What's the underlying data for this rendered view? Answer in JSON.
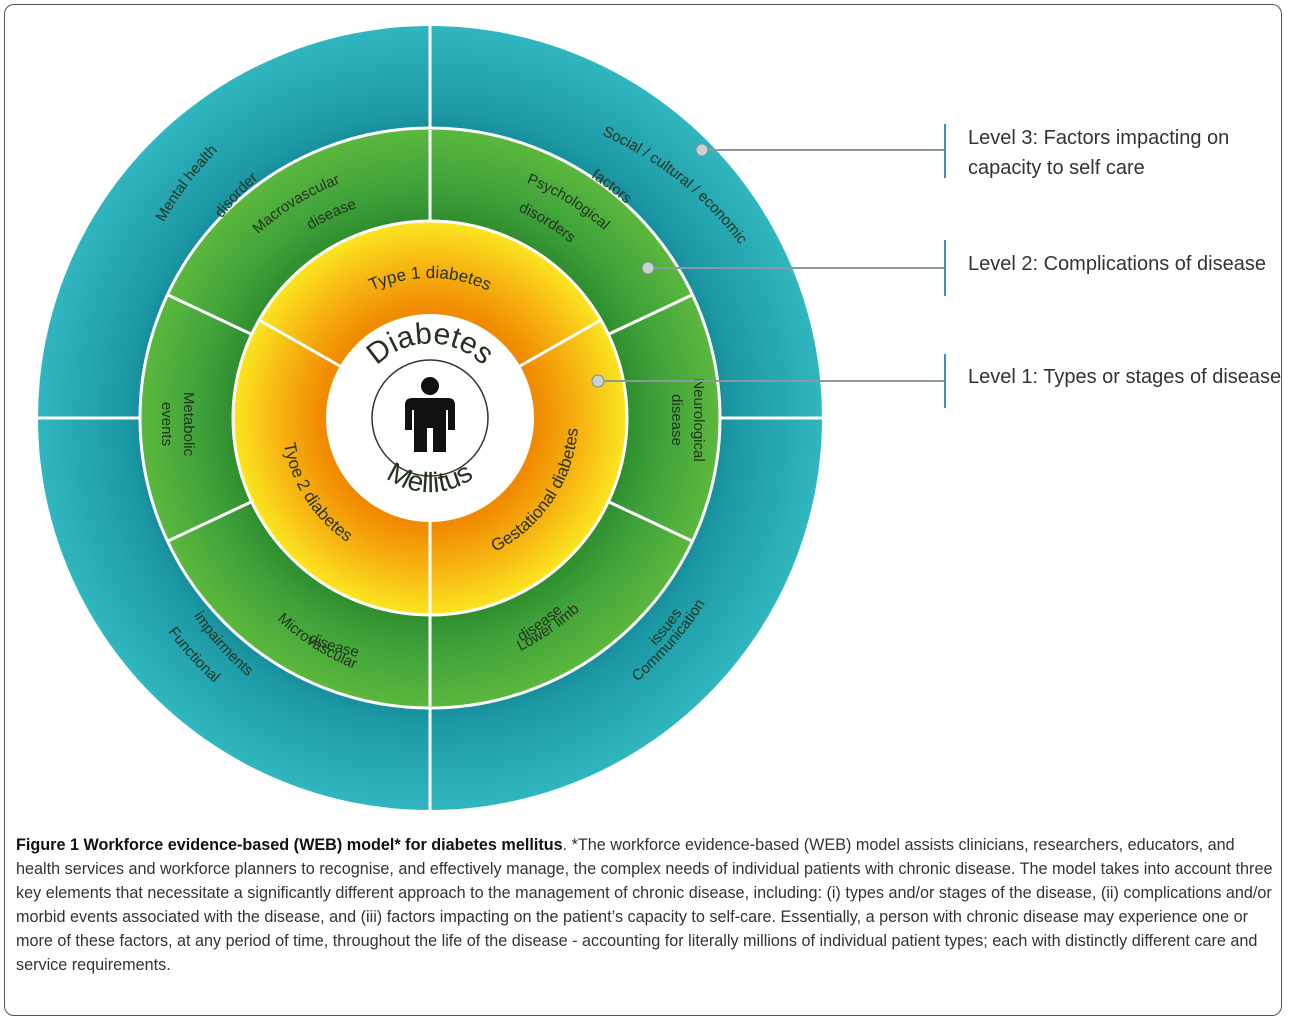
{
  "colors": {
    "outer_ring": "#2aa8b2",
    "middle_ring": "#3d9a3a",
    "inner_ring": "#f4c20f",
    "core": "#ffffff",
    "leader": "#7a8b8c",
    "level_tick": "#3a8fc4"
  },
  "center": {
    "top_word": "Diabetes",
    "bottom_word": "Mellitus",
    "icon": "person-icon"
  },
  "inner_ring": {
    "type1": "Type 1 diabetes",
    "type2": "Tyoe 2 diabetes",
    "gestational": "Gestational diabetes"
  },
  "middle_ring": {
    "macrovascular": [
      "Macrovascular",
      "disease"
    ],
    "psychological": [
      "Psychological",
      "disorders"
    ],
    "neurological": [
      "Neurological",
      "disease"
    ],
    "lower_limb": [
      "Lower limb",
      "disease"
    ],
    "microvascular": [
      "Microvascular",
      "disease"
    ],
    "metabolic": [
      "Metabolic",
      "events"
    ]
  },
  "outer_ring": {
    "mental_health": [
      "Mental health",
      "disorder"
    ],
    "social": [
      "Social / cultural / economic",
      "factors"
    ],
    "communication": [
      "Communication",
      "issues"
    ],
    "functional": [
      "Functional",
      "impairments"
    ]
  },
  "levels": {
    "level3": [
      "Level 3: Factors impacting on",
      "capacity to self care"
    ],
    "level2": "Level 2: Complications of disease",
    "level1": "Level 1: Types or stages  of disease"
  },
  "caption": {
    "title": "Figure 1 Workforce evidence-based (WEB) model* for diabetes mellitus",
    "body": ". *The workforce evidence-based (WEB) model assists clinicians, researchers, educators, and health services and workforce planners to recognise, and effectively manage, the complex needs of individual patients with chronic disease. The model takes into account three key elements that necessitate a significantly different approach to the management of chronic disease, including: (i) types and/or stages of the disease, (ii) complications and/or morbid events associated with the disease, and (iii) factors impacting on the patient’s capacity to self-care. Essentially, a person with chronic disease may experience one or more of these factors, at any period of time, throughout the life of the disease - accounting for literally millions of individual patient types; each with distinctly different care and service requirements."
  }
}
